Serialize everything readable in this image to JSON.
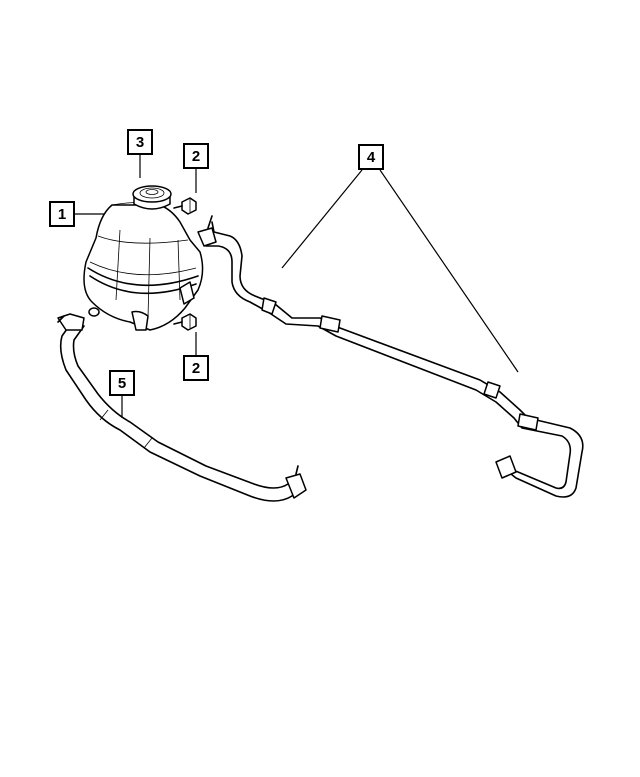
{
  "callouts": [
    {
      "id": "c1",
      "label": "1"
    },
    {
      "id": "c2a",
      "label": "2"
    },
    {
      "id": "c2b",
      "label": "2"
    },
    {
      "id": "c3",
      "label": "3"
    },
    {
      "id": "c4",
      "label": "4"
    },
    {
      "id": "c5",
      "label": "5"
    }
  ],
  "colors": {
    "line": "#000000",
    "background": "#ffffff"
  }
}
